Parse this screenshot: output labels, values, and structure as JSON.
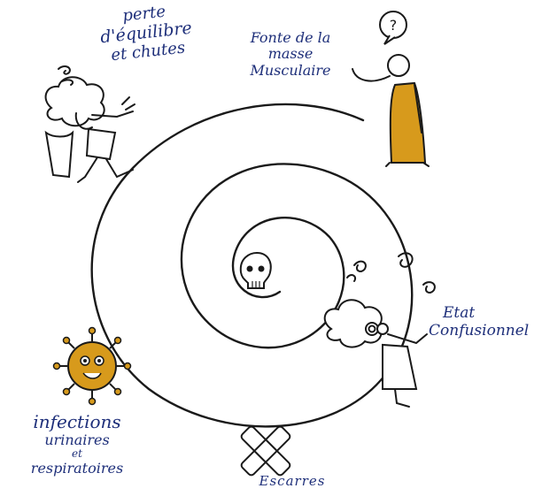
{
  "diagram": {
    "labels": {
      "falls": [
        "perte",
        "d'équilibre",
        "et chutes"
      ],
      "muscle_loss": [
        "Fonte de la",
        "masse",
        "Musculaire"
      ],
      "confusion": [
        "Etat",
        "Confusionnel"
      ],
      "infections": [
        "infections",
        "urinaires",
        "et",
        "respiratoires"
      ],
      "pressure_sores": [
        "Escarres"
      ]
    },
    "icons": [
      "question-bubble-icon",
      "skull-icon",
      "virus-icon",
      "bandage-icon",
      "dizzy-swirl-icon"
    ],
    "colors": {
      "text": "#1e2f7a",
      "line": "#1a1a1a",
      "accent": "#d79a1c"
    }
  }
}
